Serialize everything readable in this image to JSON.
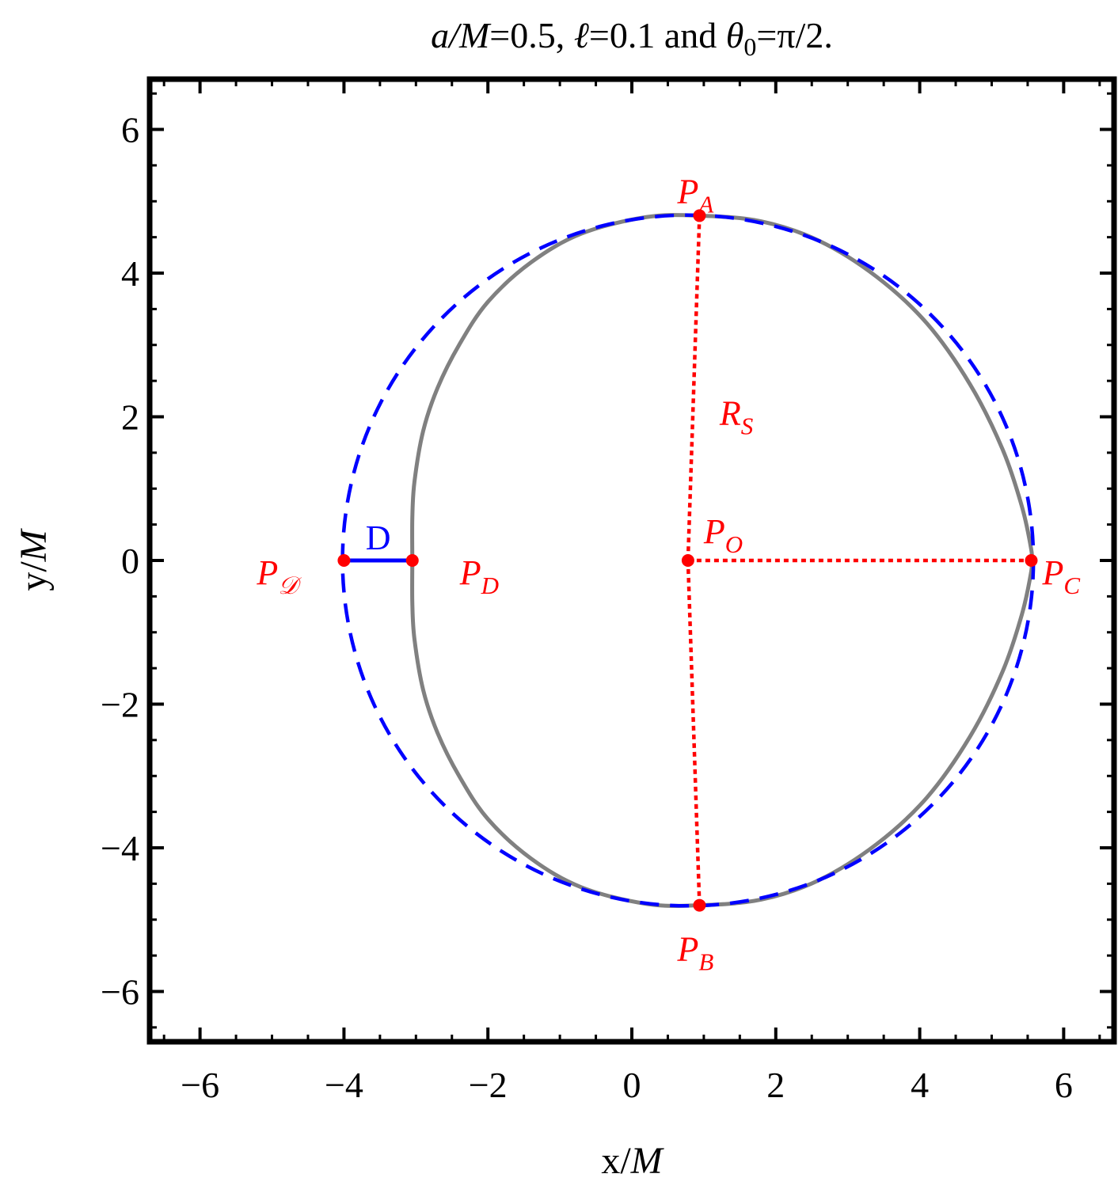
{
  "title": {
    "a_sym": "a",
    "slash_M": "/M",
    "a_val": "=0.5, ",
    "ell_sym": "ℓ",
    "ell_val": "=0.1 and ",
    "theta_sym": "θ",
    "theta_sub": "0",
    "theta_val": "=π/2."
  },
  "chart_data": {
    "type": "line",
    "title": "a/M=0.5, ℓ=0.1 and θ0=π/2.",
    "xlabel": "x/M",
    "ylabel": "y/M",
    "xlim": [
      -6.7,
      6.7
    ],
    "ylim": [
      -6.7,
      6.7
    ],
    "xticks": [
      -6,
      -4,
      -2,
      0,
      2,
      4,
      6
    ],
    "yticks": [
      -6,
      -4,
      -2,
      0,
      2,
      4,
      6
    ],
    "xtick_labels": [
      "−6",
      "−4",
      "−2",
      "0",
      "2",
      "4",
      "6"
    ],
    "ytick_labels": [
      "−6",
      "−4",
      "−2",
      "0",
      "2",
      "4",
      "6"
    ],
    "grid": false,
    "series": [
      {
        "kind": "shadow-boundary",
        "color": "#808080",
        "style": "solid",
        "points": [
          [
            -3.05,
            0
          ],
          [
            -3.05,
            0.6
          ],
          [
            -3.02,
            1.1
          ],
          [
            -2.9,
            1.8
          ],
          [
            -2.7,
            2.4
          ],
          [
            -2.4,
            3.0
          ],
          [
            -2.0,
            3.6
          ],
          [
            -1.4,
            4.15
          ],
          [
            -0.7,
            4.55
          ],
          [
            0.2,
            4.78
          ],
          [
            0.94,
            4.8
          ],
          [
            1.8,
            4.72
          ],
          [
            2.6,
            4.45
          ],
          [
            3.4,
            3.95
          ],
          [
            4.1,
            3.3
          ],
          [
            4.7,
            2.45
          ],
          [
            5.15,
            1.55
          ],
          [
            5.42,
            0.75
          ],
          [
            5.55,
            0.15
          ],
          [
            5.55,
            0
          ],
          [
            5.55,
            -0.15
          ],
          [
            5.42,
            -0.75
          ],
          [
            5.15,
            -1.55
          ],
          [
            4.7,
            -2.45
          ],
          [
            4.1,
            -3.3
          ],
          [
            3.4,
            -3.95
          ],
          [
            2.6,
            -4.45
          ],
          [
            1.8,
            -4.72
          ],
          [
            0.94,
            -4.8
          ],
          [
            0.2,
            -4.78
          ],
          [
            -0.7,
            -4.55
          ],
          [
            -1.4,
            -4.15
          ],
          [
            -2.0,
            -3.6
          ],
          [
            -2.4,
            -3.0
          ],
          [
            -2.7,
            -2.4
          ],
          [
            -2.9,
            -1.8
          ],
          [
            -3.02,
            -1.1
          ],
          [
            -3.05,
            -0.6
          ],
          [
            -3.05,
            0
          ]
        ]
      },
      {
        "kind": "reference-circle",
        "color": "#0000ff",
        "style": "dashed",
        "center": [
          0.78,
          0
        ],
        "radius": 4.8
      }
    ],
    "points": [
      {
        "id": "PA",
        "label": "P",
        "sub": "A",
        "x": 0.94,
        "y": 4.8
      },
      {
        "id": "PB",
        "label": "P",
        "sub": "B",
        "x": 0.94,
        "y": -4.8
      },
      {
        "id": "PC",
        "label": "P",
        "sub": "C",
        "x": 5.55,
        "y": 0
      },
      {
        "id": "PD",
        "label": "P",
        "sub": "D",
        "x": -3.05,
        "y": 0
      },
      {
        "id": "PDcal",
        "label": "P",
        "sub": "𝒟",
        "x": -4.0,
        "y": 0
      },
      {
        "id": "PO",
        "label": "P",
        "sub": "O",
        "x": 0.78,
        "y": 0
      }
    ],
    "segments": [
      {
        "from": "PA",
        "to": "PO",
        "color": "#ff0000",
        "style": "dotted"
      },
      {
        "from": "PO",
        "to": "PB",
        "color": "#ff0000",
        "style": "dotted"
      },
      {
        "from": "PO",
        "to": "PC",
        "color": "#ff0000",
        "style": "dotted"
      },
      {
        "from": "PDcal",
        "to": "PD",
        "color": "#0000ff",
        "style": "solid"
      }
    ],
    "annotations": {
      "radius_label": "R",
      "radius_sub": "S",
      "distance_label": "D"
    }
  }
}
